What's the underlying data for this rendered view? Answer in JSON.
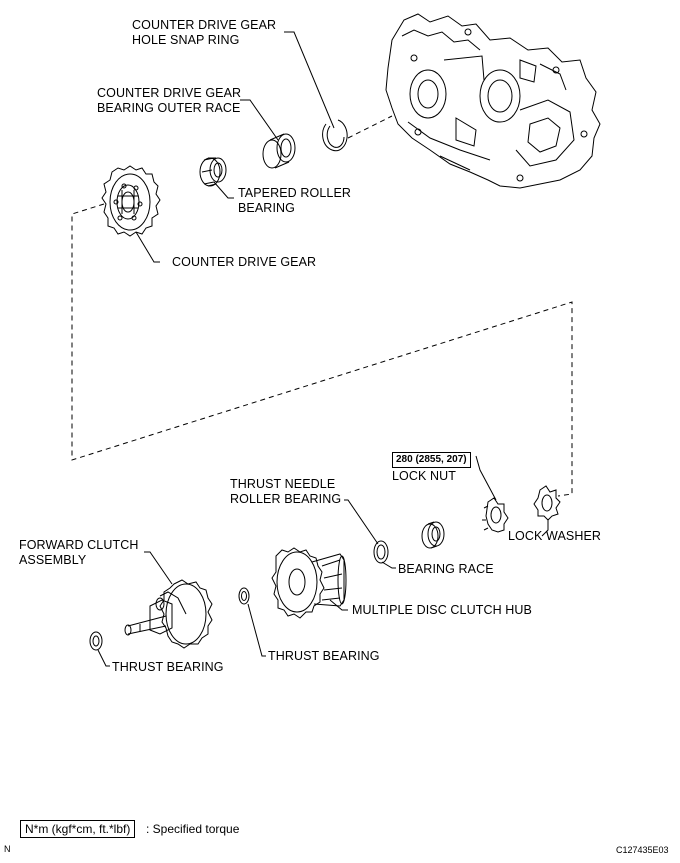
{
  "labels": {
    "snap_ring_1": "COUNTER DRIVE GEAR",
    "snap_ring_2": "HOLE SNAP RING",
    "outer_race_1": "COUNTER DRIVE GEAR",
    "outer_race_2": "BEARING OUTER RACE",
    "tapered_1": "TAPERED ROLLER",
    "tapered_2": "BEARING",
    "counter_gear": "COUNTER DRIVE GEAR",
    "lock_nut": "LOCK NUT",
    "lock_washer": "LOCK WASHER",
    "needle_1": "THRUST NEEDLE",
    "needle_2": "ROLLER BEARING",
    "bearing_race": "BEARING RACE",
    "clutch_hub": "MULTIPLE DISC CLUTCH HUB",
    "forward_1": "FORWARD CLUTCH",
    "forward_2": "ASSEMBLY",
    "thrust_left": "THRUST BEARING",
    "thrust_mid": "THRUST BEARING"
  },
  "torque": {
    "lock_nut": "280 (2855, 207)"
  },
  "legend": {
    "box": "N*m (kgf*cm, ft.*lbf)",
    "text": ": Specified torque"
  },
  "corner": {
    "left": "N",
    "right": "C127435E03"
  }
}
